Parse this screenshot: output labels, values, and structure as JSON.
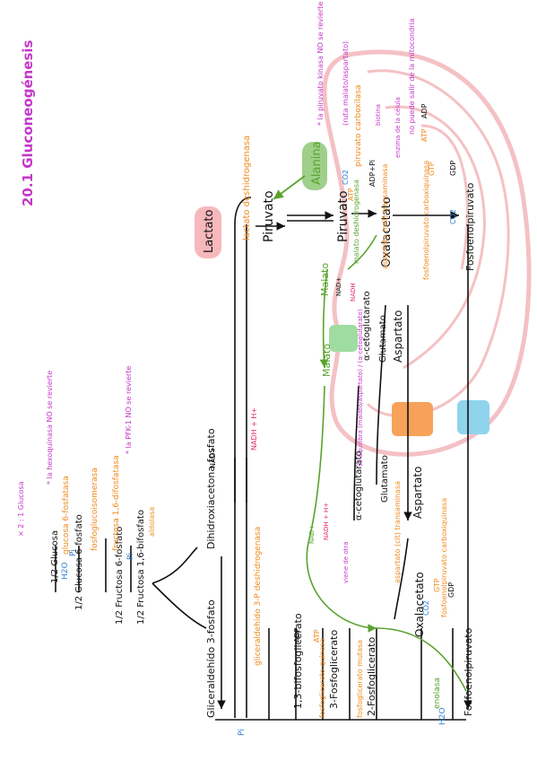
{
  "page": {
    "title": "20.1 Gluconeogénesis"
  },
  "colors": {
    "title": "#c437c9",
    "black": "#111111",
    "orange": "#f08a1c",
    "purple": "#c437c9",
    "green": "#5aa22e",
    "blue": "#2f7fd3",
    "red": "#e0306a",
    "mitochondrion": "#f4c1c4",
    "lactate_box": "#f7b8bc",
    "alanine_box": "#9fd08a",
    "transporter_green": "#9fdca0",
    "transporter_orange": "#f7a25a",
    "transporter_blue": "#8fd4ec"
  },
  "metabolites": {
    "glucosa": "1/2 Glucosa",
    "glucosa_6p": "1/2 Glucosa 6-fosfato",
    "fructosa_6p": "1/2 Fructosa 6-fosfato",
    "fructosa_16bp": "1/2 Fructosa 1,6-bifosfato",
    "gliceraldehido": "Gliceraldehído 3-fosfato",
    "dhap": "Dihidroxiacetona fosfato",
    "bifosfoglicerato": "1,3-bifosfoglicerato",
    "fosfoglicerato3": "3-Fosfoglicerato",
    "fosfoglicerato2": "2-Fosfoglicerato",
    "fosfoenolpiruvato": "Fosfoenolpiruvato",
    "oxalacetato_cyto": "Oxalacetato",
    "aspartato_cyto": "Aspartato",
    "glutamato_cyto": "Glutamato",
    "alfa_cg_cyto": "α-cetoglutarato",
    "malato_cyto": "Malato",
    "lactato": "Lactato",
    "piruvato_cyto": "Piruvato",
    "alanina": "Alanina",
    "piruvato_mito": "Piruvato",
    "oxalacetato_mito": "Oxalacetato",
    "malato_mito": "Malato",
    "alfa_cg_mito": "α-cetoglutarato",
    "glutamato_mito": "Glutamato",
    "aspartato_mito": "Aspartato",
    "fosfoenolpiruvato_mito": "Fosfoenolpiruvato"
  },
  "enzymes": {
    "glucosa_6_fosfatasa": "glucosa 6-fosfatasa",
    "fosfoglucoisomerasa": "fosfoglucoisomerasa",
    "fructosa_bifosfatasa": "fructosa 1,6-difosfatasa",
    "aldolasa": "aldolasa",
    "gliceraldehido_dh": "gliceraldehído 3-P deshidrogenasa",
    "fosfoglicerato_quinasa": "fosfoglicerato quinasa",
    "fosfoglicerato_mutasa": "fosfoglicerato mutasa",
    "enolasa": "enolasa",
    "lactato_dh": "lactato deshidrogenasa",
    "piruvato_carboxilasa": "piruvato carboxilasa",
    "pepck_mito": "fosfoenolpiruvato carboxiquinasa",
    "pepck_cyto": "fosfoenolpiruvato carboxiquinasa",
    "aspartato_transaminasa_cito": "aspartato (cit) transaminasa",
    "aspartato_transaminasa_mito": "aspartato (mit) transaminasa",
    "malato_dh": "malato deshidrogenasa"
  },
  "cofactors": {
    "pi": "Pi",
    "h2o": "H2O",
    "nad_plus": "NAD+",
    "nadh_h": "NADH + H+",
    "adp": "ADP",
    "atp": "ATP",
    "gdp": "GDP",
    "gtp": "GTP",
    "co2": "CO2",
    "adp_pi": "ADP+Pi",
    "nadh": "NADH",
    "nad": "NAD+"
  },
  "notes": {
    "n1": "× 2 : 1 Glucosa",
    "n2": "* la hexoquinasa NO se revierte",
    "n3": "* la PFK-1 NO se revierte",
    "n4": "* la piruvato kinasa NO se revierte",
    "n5": "(ruta malato/aspartato)",
    "n6": "no puede salir de la mitocondria",
    "n7": "se equilibra (malato/aspartato) / (α-cetoglutarato)",
    "n8": "viene de otra",
    "n9": "biotina",
    "n10": "enzima de la célula"
  }
}
